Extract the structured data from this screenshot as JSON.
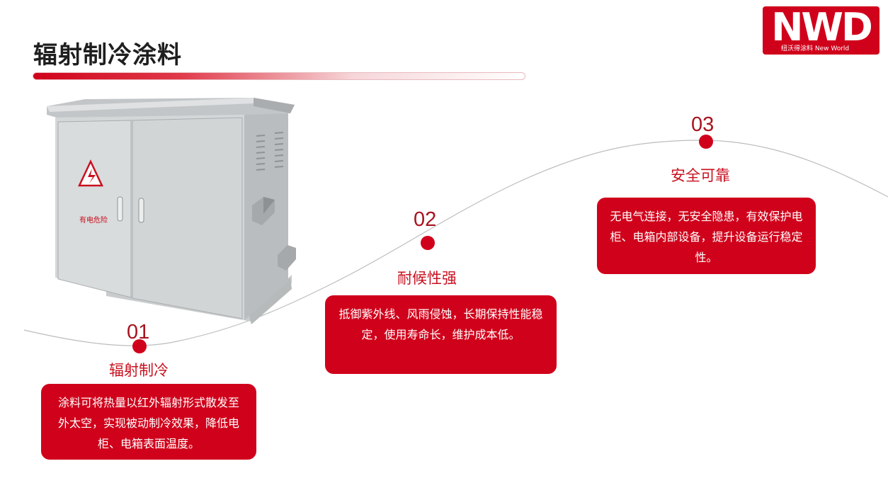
{
  "header": {
    "title": "辐射制冷涂料"
  },
  "logo": {
    "mark": "NWD",
    "subtitle": "纽沃得涂料 New World"
  },
  "cabinet": {
    "warning_label": "有电危险"
  },
  "features": [
    {
      "number": "01",
      "title": "辐射制冷",
      "description": "涂料可将热量以红外辐射形式散发至外太空，实现被动制冷效果，降低电柜、电箱表面温度。"
    },
    {
      "number": "02",
      "title": "耐候性强",
      "description": "抵御紫外线、风雨侵蚀，长期保持性能稳定，使用寿命长，维护成本低。"
    },
    {
      "number": "03",
      "title": "安全可靠",
      "description": "无电气连接，无安全隐患，有效保护电柜、电箱内部设备，提升设备运行稳定性。"
    }
  ],
  "colors": {
    "accent": "#d0021b",
    "number": "#a8141f",
    "title": "#1f1f1f"
  }
}
